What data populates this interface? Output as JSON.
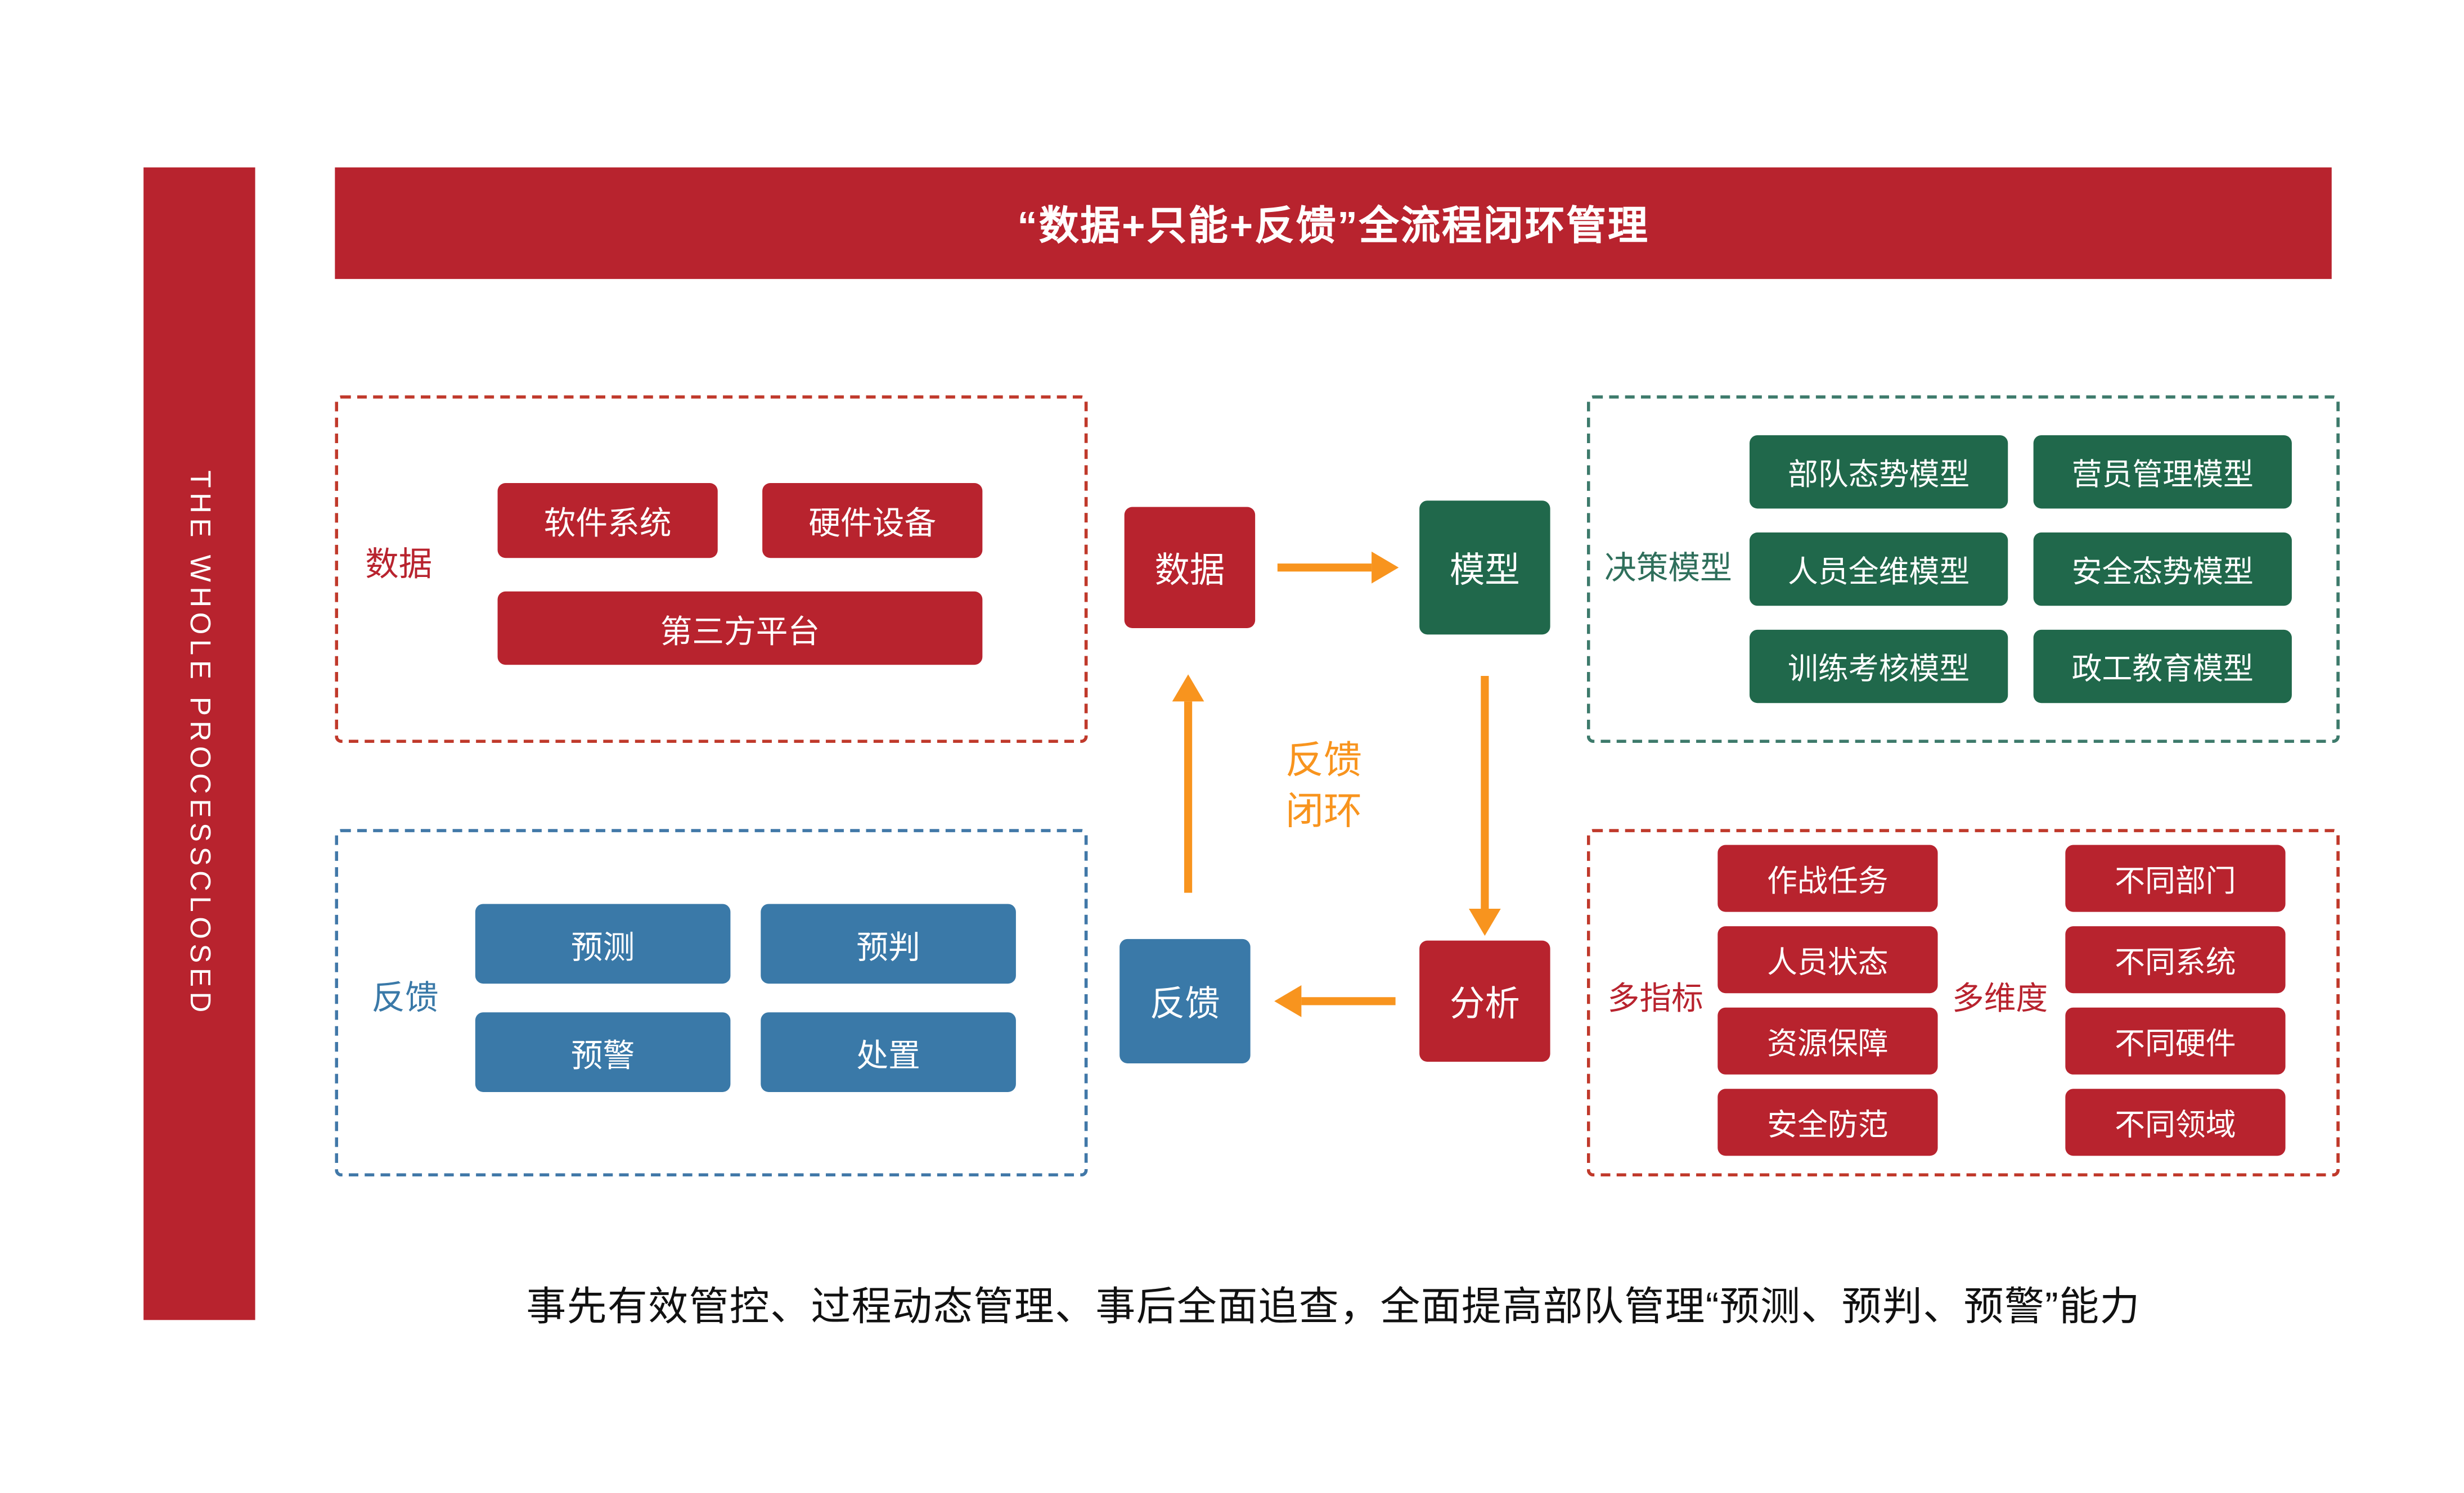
{
  "banner": {
    "side_text": "THE WHOLE PROCESSCLOSED",
    "title": "“数据+只能+反馈”全流程闭环管理"
  },
  "caption": "事先有效管控、过程动态管理、事后全面追查，全面提高部队管理“预测、预判、预警”能力",
  "colors": {
    "red": "#B8232E",
    "green": "#20684B",
    "blue": "#3A79A8",
    "orange": "#F8941E"
  },
  "groups": {
    "data": {
      "label": "数据",
      "items": [
        "软件系统",
        "硬件设备",
        "第三方平台"
      ]
    },
    "models": {
      "label": "决策模型",
      "items": [
        "部队态势模型",
        "营员管理模型",
        "人员全维模型",
        "安全态势模型",
        "训练考核模型",
        "政工教育模型"
      ]
    },
    "feedback": {
      "label": "反馈",
      "items": [
        "预测",
        "预判",
        "预警",
        "处置"
      ]
    },
    "indicators": {
      "label": "多指标",
      "items": [
        "作战任务",
        "人员状态",
        "资源保障",
        "安全防范"
      ]
    },
    "dimensions": {
      "label": "多维度",
      "items": [
        "不同部门",
        "不同系统",
        "不同硬件",
        "不同领域"
      ]
    }
  },
  "flow": {
    "nodes": {
      "data": "数据",
      "model": "模型",
      "analysis": "分析",
      "feedback": "反馈"
    },
    "loop_label": [
      "反馈",
      "闭环"
    ]
  }
}
